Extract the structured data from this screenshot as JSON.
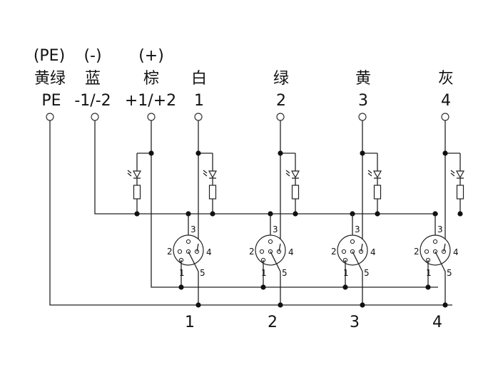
{
  "terminals": [
    {
      "paren": "(PE)",
      "color": "黄绿",
      "code": "PE"
    },
    {
      "paren": "(-)",
      "color": "蓝",
      "code": "-1/-2"
    },
    {
      "paren": "(+)",
      "color": "棕",
      "code": "+1/+2"
    },
    {
      "paren": "",
      "color": "白",
      "code": "1"
    },
    {
      "paren": "",
      "color": "绿",
      "code": "2"
    },
    {
      "paren": "",
      "color": "黄",
      "code": "3"
    },
    {
      "paren": "",
      "color": "灰",
      "code": "4"
    }
  ],
  "connector_pins": [
    "1",
    "2",
    "3",
    "4",
    "5"
  ],
  "port_numbers": [
    "1",
    "2",
    "3",
    "4"
  ]
}
